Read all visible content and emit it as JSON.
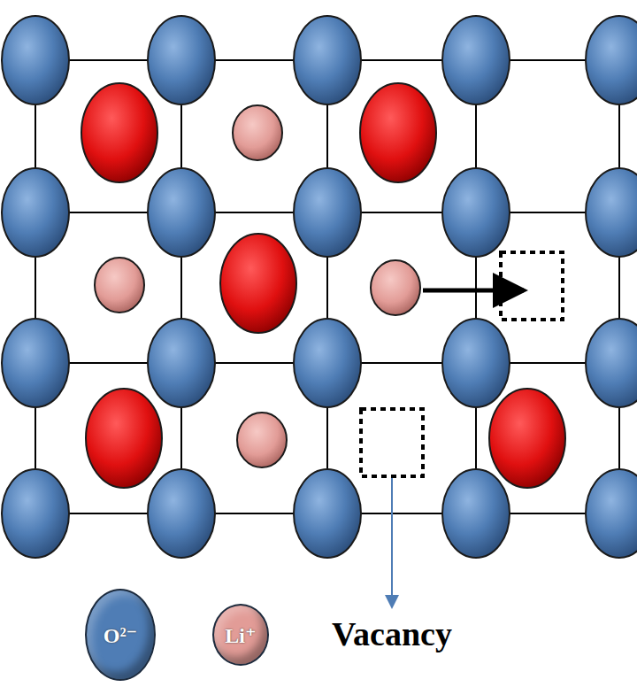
{
  "diagram": {
    "labels": [
      "Vacancy"
    ],
    "legend": [
      {
        "text": "O²⁻",
        "color": "#4f7db5"
      },
      {
        "text": "Li⁺",
        "color": "#e29c97"
      }
    ]
  }
}
